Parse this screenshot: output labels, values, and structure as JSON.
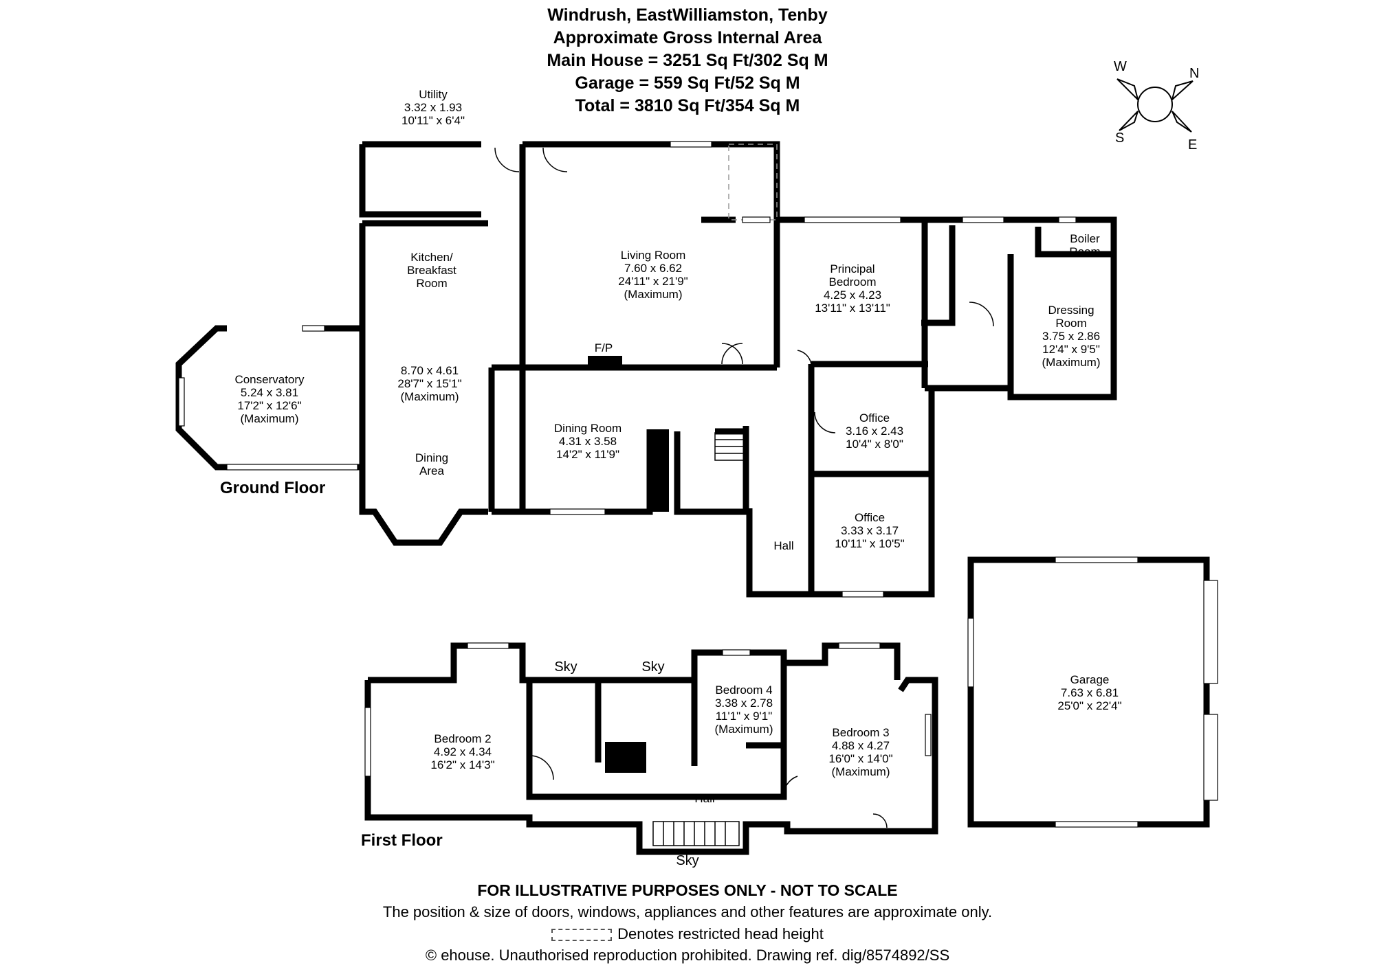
{
  "header": {
    "line1": "Windrush, EastWilliamston, Tenby",
    "line2": "Approximate Gross Internal Area",
    "line3": "Main House = 3251 Sq Ft/302 Sq M",
    "line4": "Garage = 559 Sq Ft/52 Sq M",
    "line5": "Total = 3810 Sq Ft/354 Sq M"
  },
  "compass": {
    "n": "N",
    "e": "E",
    "s": "S",
    "w": "W"
  },
  "floors": {
    "ground": "Ground Floor",
    "first": "First Floor"
  },
  "rooms": {
    "utility": [
      "Utility",
      "3.32 x 1.93",
      "10'11\" x 6'4\""
    ],
    "kitchen": [
      "Kitchen/",
      "Breakfast",
      "Room"
    ],
    "kitchen_dims": [
      "8.70 x 4.61",
      "28'7\" x 15'1\"",
      "(Maximum)"
    ],
    "dining_area": [
      "Dining",
      "Area"
    ],
    "conservatory": [
      "Conservatory",
      "5.24 x 3.81",
      "17'2\" x 12'6\"",
      "(Maximum)"
    ],
    "living": [
      "Living Room",
      "7.60 x 6.62",
      "24'11\" x 21'9\"",
      "(Maximum)"
    ],
    "fp": "F/P",
    "dining_room": [
      "Dining Room",
      "4.31 x 3.58",
      "14'2\" x 11'9\""
    ],
    "principal": [
      "Principal",
      "Bedroom",
      "4.25 x 4.23",
      "13'11\" x 13'11\""
    ],
    "boiler": [
      "Boiler",
      "Room"
    ],
    "dressing": [
      "Dressing",
      "Room",
      "3.75 x 2.86",
      "12'4\" x 9'5\"",
      "(Maximum)"
    ],
    "office1": [
      "Office",
      "3.16 x 2.43",
      "10'4\" x 8'0\""
    ],
    "office2": [
      "Office",
      "3.33 x 3.17",
      "10'11\" x 10'5\""
    ],
    "hall_ground": [
      "Hall"
    ],
    "garage": [
      "Garage",
      "7.63 x 6.81",
      "25'0\" x 22'4\""
    ],
    "bedroom2": [
      "Bedroom 2",
      "4.92 x 4.34",
      "16'2\" x 14'3\""
    ],
    "bedroom4": [
      "Bedroom 4",
      "3.38 x 2.78",
      "11'1\" x 9'1\"",
      "(Maximum)"
    ],
    "bedroom3": [
      "Bedroom 3",
      "4.88 x 4.27",
      "16'0\" x 14'0\"",
      "(Maximum)"
    ],
    "hall_first": [
      "Hall"
    ]
  },
  "sky": [
    "Sky",
    "Sky",
    "Sky"
  ],
  "footer": {
    "line1": "FOR ILLUSTRATIVE PURPOSES ONLY - NOT TO SCALE",
    "line2": "The position & size of doors, windows, appliances and other features are approximate only.",
    "line3": "Denotes restricted head height",
    "line4": "© ehouse. Unauthorised reproduction prohibited. Drawing ref. dig/8574892/SS"
  }
}
